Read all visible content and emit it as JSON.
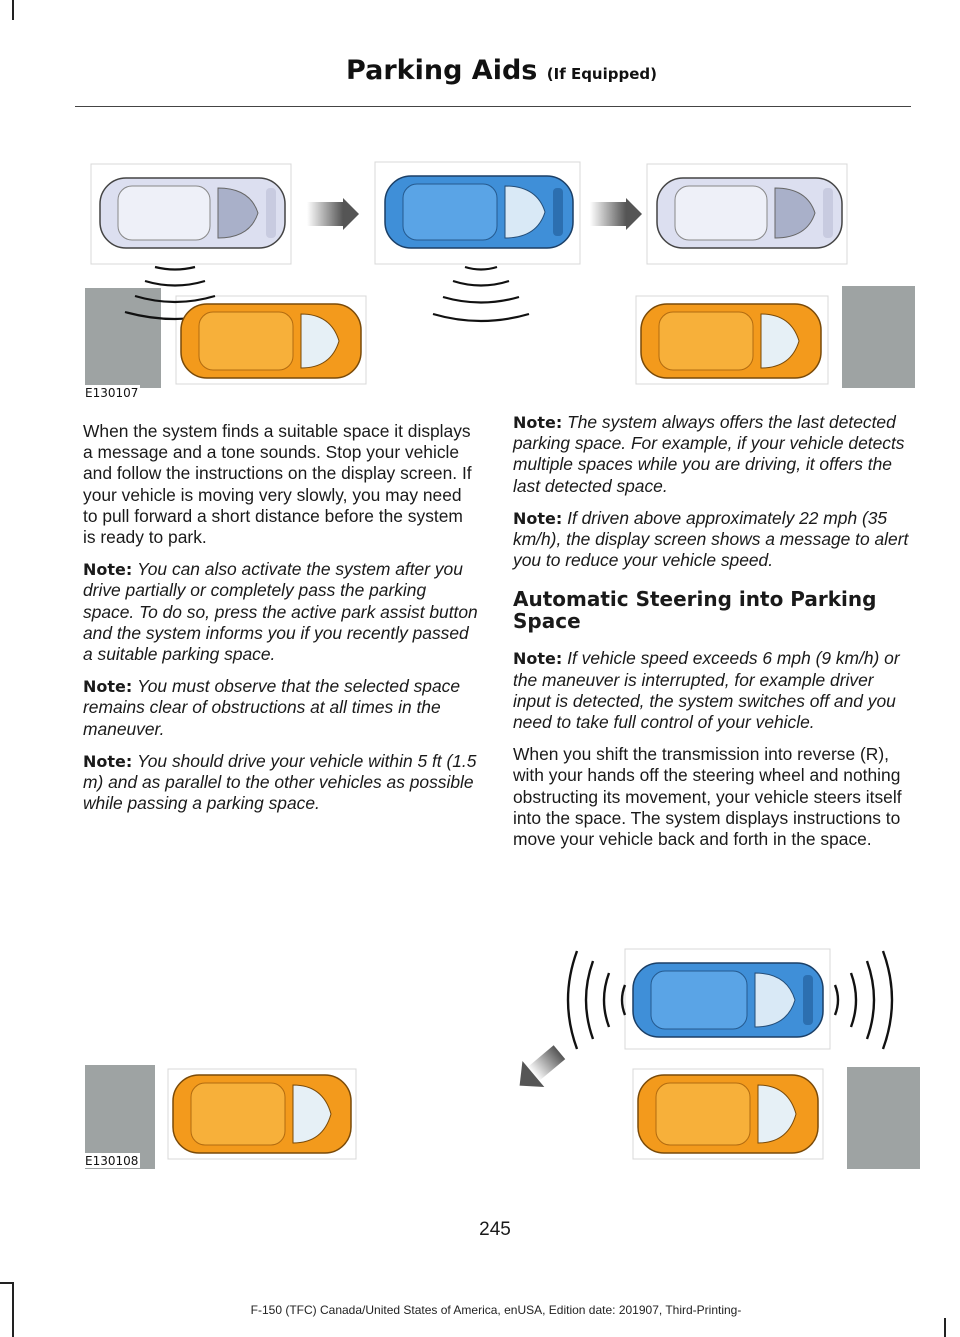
{
  "header": {
    "title": "Parking Aids",
    "subtitle": "(If Equipped)"
  },
  "figures": [
    {
      "id": "E130107"
    },
    {
      "id": "E130108"
    }
  ],
  "left_column": {
    "intro": "When the system finds a suitable space it displays a message and a tone sounds. Stop your vehicle and follow the instructions on the display screen. If your vehicle is moving very slowly, you may need to pull forward a short distance before the system is ready to park.",
    "notes": [
      {
        "label": "Note:",
        "text": "You can also activate the system after you drive partially or completely pass the parking space. To do so, press the active park assist button and the system informs you if you recently passed a suitable parking space."
      },
      {
        "label": "Note:",
        "text": "You must observe that the selected space remains clear of obstructions at all times in the maneuver."
      },
      {
        "label": "Note:",
        "text": "You should drive your vehicle within 5 ft (1.5 m) and as parallel to the other vehicles as possible while passing a parking space."
      }
    ]
  },
  "right_column": {
    "notes": [
      {
        "label": "Note:",
        "text": "The system always offers the last detected parking space. For example, if your vehicle detects multiple spaces while you are driving, it offers the last detected space."
      },
      {
        "label": "Note:",
        "text": "If driven above approximately 22 mph (35 km/h), the display screen shows a message to alert you to reduce your vehicle speed."
      }
    ],
    "heading": "Automatic Steering into Parking Space",
    "heading_note": {
      "label": "Note:",
      "text": "If vehicle speed exceeds 6 mph (9 km/h) or the maneuver is interrupted, for example driver input is detected, the system switches off and you need to take full control of your vehicle."
    },
    "paragraph": "When you shift the transmission into reverse (R), with your hands off the steering wheel and nothing obstructing its movement, your vehicle steers itself into the space. The system displays instructions to move your vehicle back and forth in the space."
  },
  "page_number": "245",
  "footer": "F-150 (TFC) Canada/United States of America, enUSA, Edition date: 201907, Third-Printing-",
  "colors": {
    "parked_car": "#f39a1c",
    "active_car": "#3f8fd8",
    "passing_car": "#dcdff0",
    "curb": "#9ea3a3"
  }
}
